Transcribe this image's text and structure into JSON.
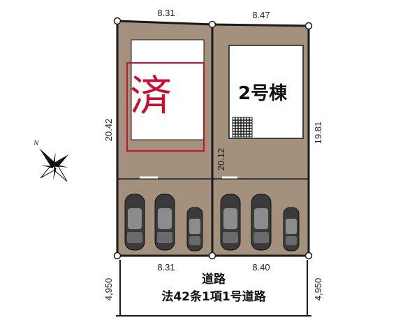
{
  "lots": {
    "left": {
      "top_width": "8.31",
      "left_depth": "20.42",
      "bottom_width": "8.31",
      "status_mark": "済"
    },
    "right": {
      "top_width": "8.47",
      "right_depth": "19.81",
      "shared_depth": "20.12",
      "bottom_width": "8.40",
      "building_label": "2号棟"
    }
  },
  "road": {
    "name": "道路",
    "classification": "法42条1項1号道路",
    "width_left": "4,950",
    "width_right": "4,950"
  },
  "compass": {
    "label": "N"
  },
  "colors": {
    "lot_fill": "#a3917e",
    "building_fill": "#ffffff",
    "sold_red": "#c8102e",
    "line": "#1a1a1a",
    "car_body": "#3a3a3a"
  }
}
